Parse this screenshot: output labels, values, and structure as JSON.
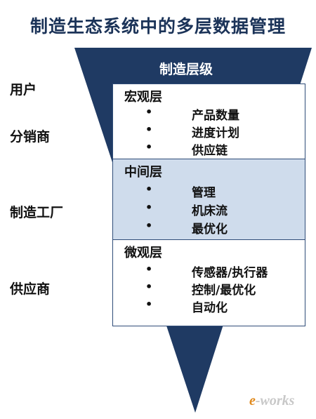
{
  "title": "制造生态系统中的多层数据管理",
  "funnel_header": "制造层级",
  "side_labels": [
    "用户",
    "分销商",
    "制造工厂",
    "供应商"
  ],
  "layers": [
    {
      "name": "宏观层",
      "items": [
        "产品数量",
        "进度计划",
        "供应链"
      ]
    },
    {
      "name": "中间层",
      "items": [
        "管理",
        "机床流",
        "最优化"
      ]
    },
    {
      "name": "微观层",
      "items": [
        "传感器/执行器",
        "控制/最优化",
        "自动化"
      ]
    }
  ],
  "bullet_glyph": "•",
  "colors": {
    "funnel": "#1f3a63",
    "title": "#1b3358",
    "middle_fill": "#cfdcec"
  },
  "watermark": {
    "e": "e",
    "rest": "-works"
  }
}
